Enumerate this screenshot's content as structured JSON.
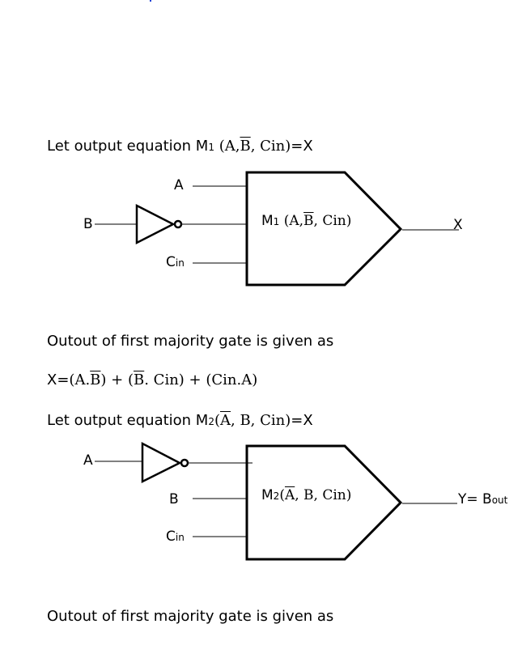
{
  "para1": {
    "text": "Let output equation M",
    "sub": "1",
    "args_open": "(A,",
    "args_bar": "B",
    "args_close": ",  Cin)",
    "equals": "=X"
  },
  "gate1": {
    "input_a": "A",
    "input_b": "B",
    "input_c_main": "C",
    "input_c_sub": "in",
    "box_m": "M",
    "box_sub": "1",
    "box_open": "(A,",
    "box_bar": "B",
    "box_close": ",  Cin)",
    "output": "X"
  },
  "para2": {
    "text": "Outout of first majority gate is given as"
  },
  "equation": {
    "lhs": "X=",
    "t1_open": "(A.",
    "t1_bar": "B",
    "t1_close": ")",
    "plus1": " + ",
    "t2_open": "(",
    "t2_bar": "B",
    "t2_close": ". Cin)",
    "plus2": " + ",
    "t3": "(Cin.A)"
  },
  "para3": {
    "text": "Let output equation M",
    "sub": "2",
    "args_open": "(",
    "args_bar": "A",
    "args_close": ", B,  Cin)",
    "equals": "=X"
  },
  "gate2": {
    "input_a": "A",
    "input_b": "B",
    "input_c_main": "C",
    "input_c_sub": "in",
    "box_m": "M",
    "box_sub": "2",
    "box_open": "(",
    "box_bar": "A",
    "box_close": ", B,  Cin)",
    "output_main": "Y= B",
    "output_sub": "out"
  },
  "para4": {
    "text": "Outout of first majority gate is given as"
  }
}
